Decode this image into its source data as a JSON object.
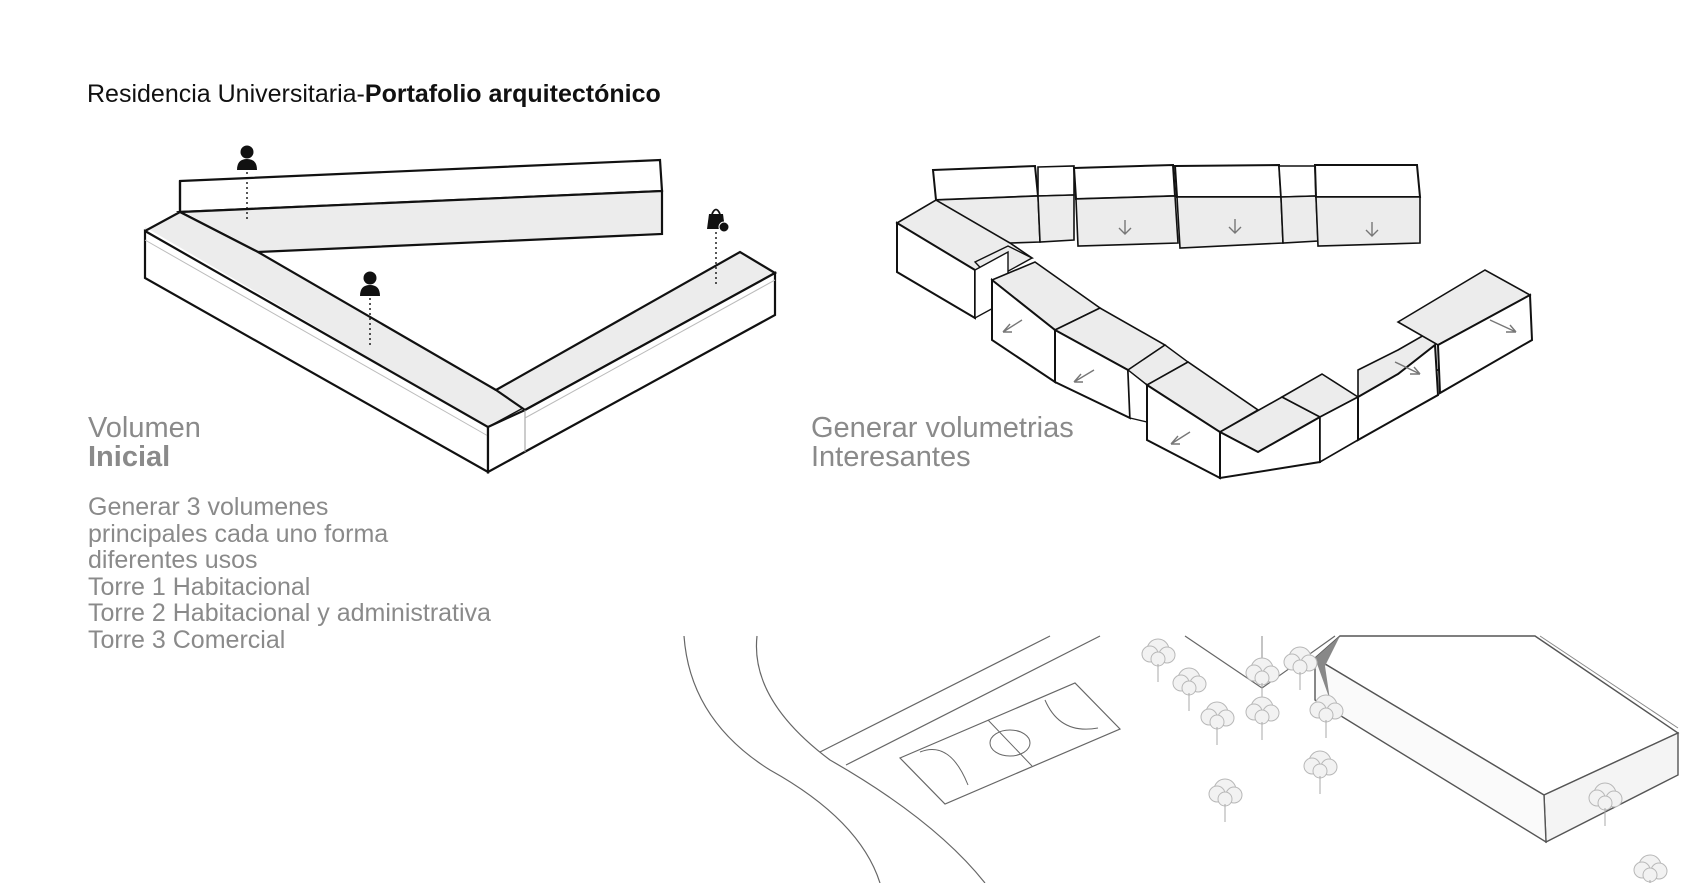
{
  "header": {
    "title_regular": "Residencia Universitaria-",
    "title_bold": "Portafolio arquitectónico"
  },
  "diagram_left": {
    "caption_line1": "Volumen",
    "caption_line2": "Inicial",
    "description": [
      "Generar 3 volumenes",
      "principales cada uno forma",
      "diferentes usos",
      "Torre 1 Habitacional",
      "Torre 2 Habitacional y administrativa",
      "Torre 3 Comercial"
    ],
    "icons": [
      "person-icon",
      "person-icon",
      "shopping-bag-icon"
    ]
  },
  "diagram_right": {
    "caption_line1": "Generar volumetrias",
    "caption_line2": "Interesantes",
    "icons": [
      "arrow-icon"
    ]
  },
  "site_plan": {
    "icons": [
      "tree-icon",
      "basketball-court"
    ]
  },
  "colors": {
    "line": "#111111",
    "face_light": "#ffffff",
    "face_shade": "#ececec",
    "caption": "#8a8a8a",
    "site_line": "#555555"
  }
}
